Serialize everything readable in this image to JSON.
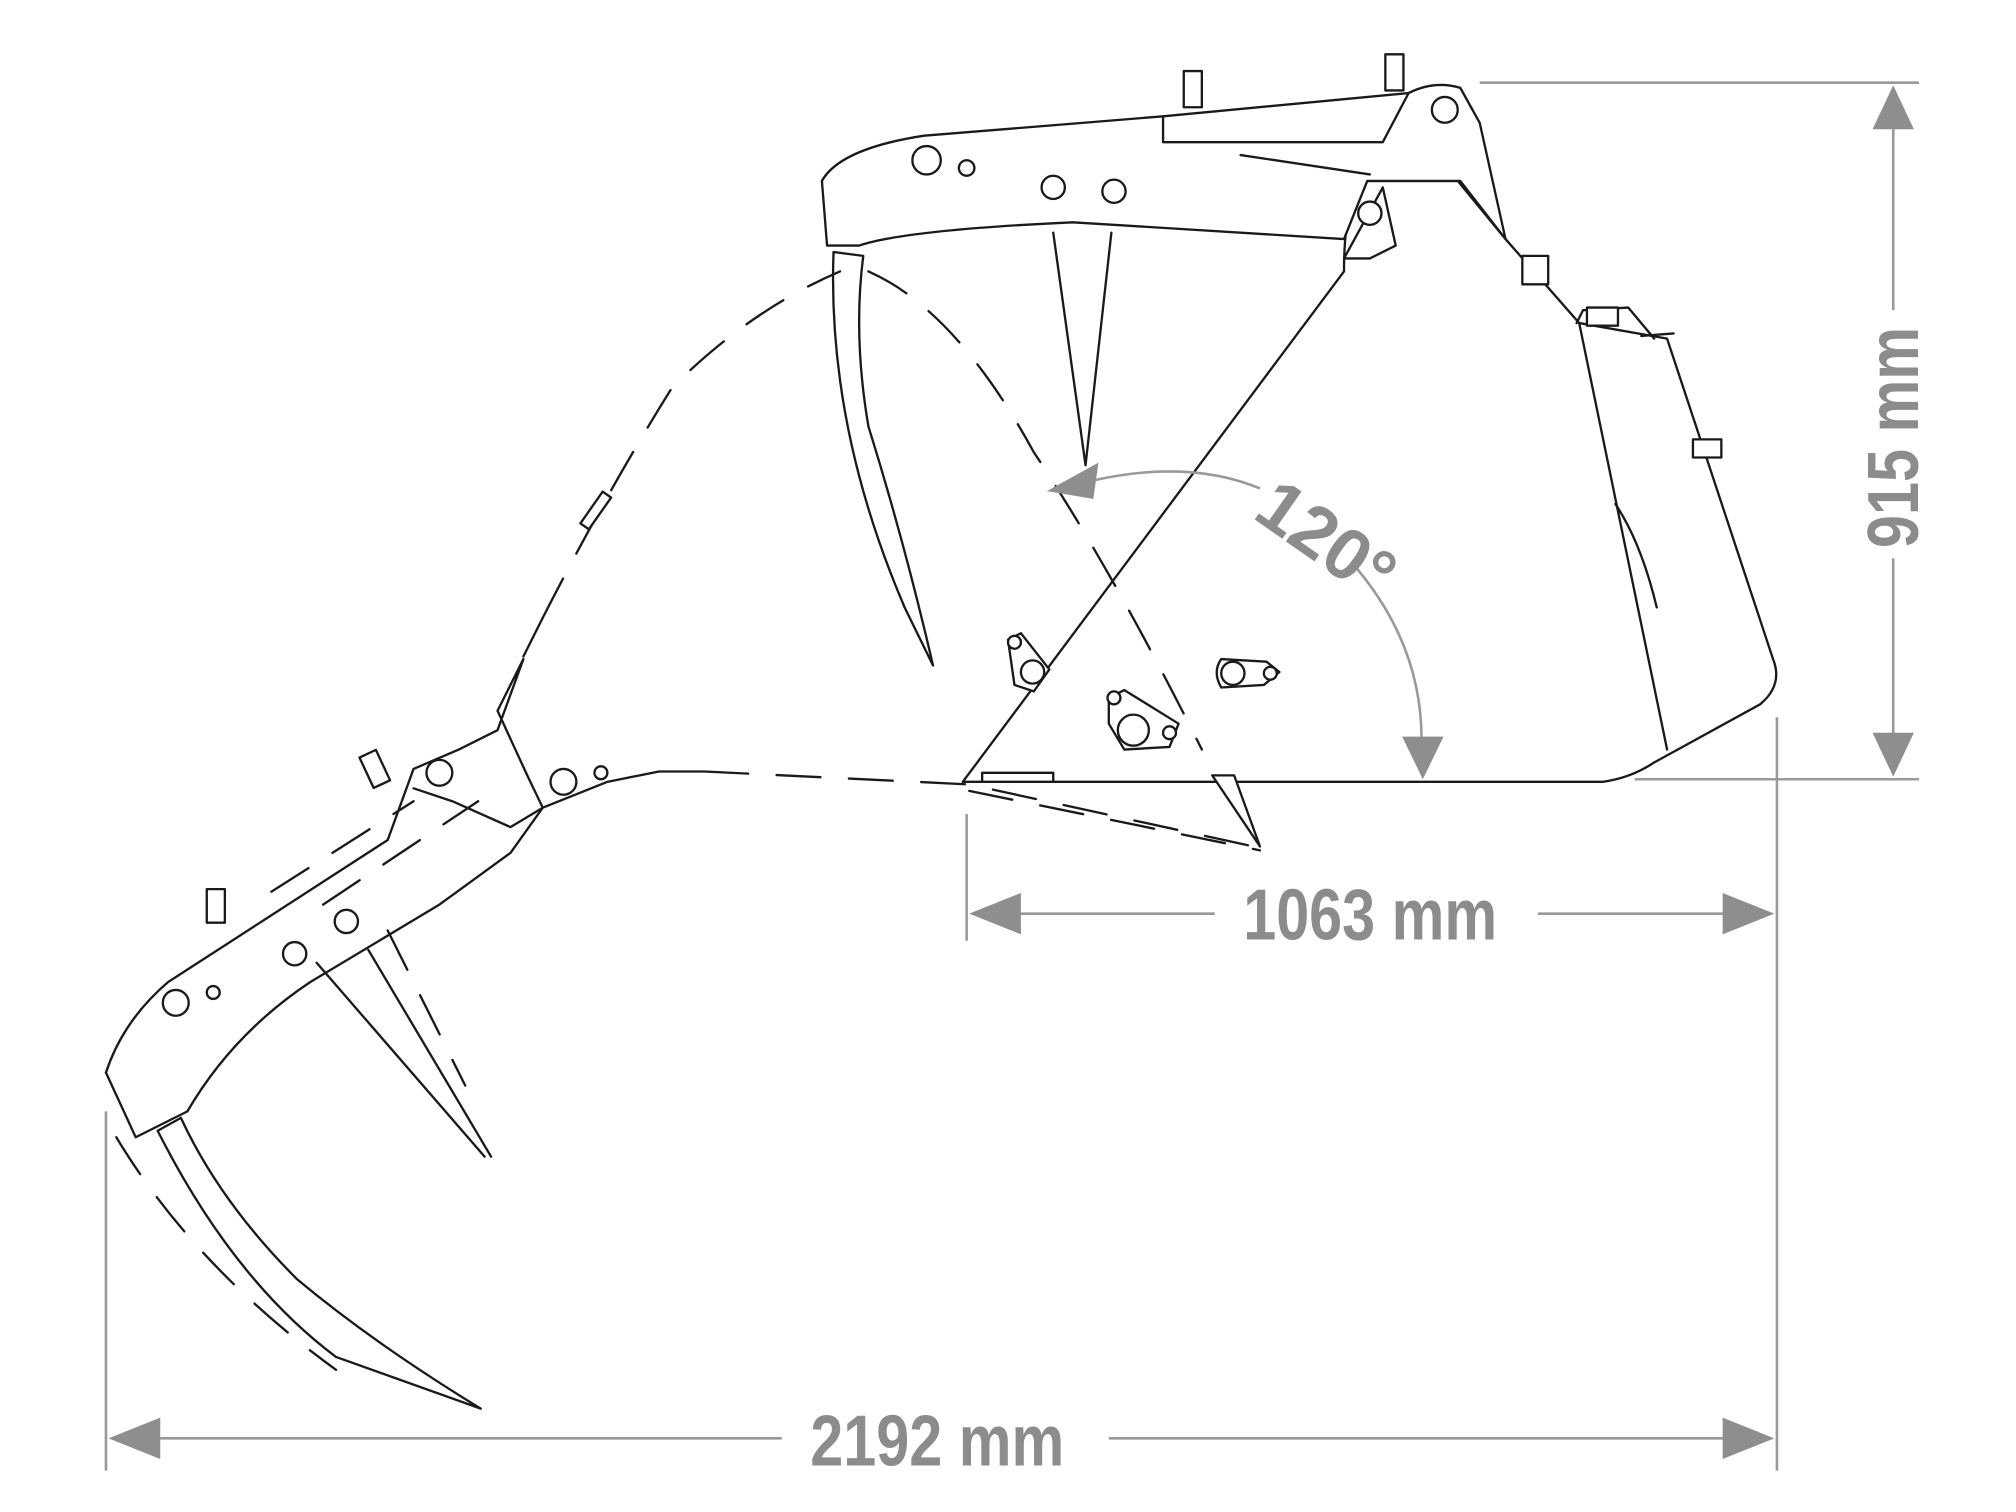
{
  "dimensions": {
    "height": "915 mm",
    "bucket_depth": "1063 mm",
    "overall_length": "2192 mm",
    "opening_angle": "120°"
  },
  "colors": {
    "line": "#1a1a1a",
    "dimension": "#8c8c8c"
  }
}
